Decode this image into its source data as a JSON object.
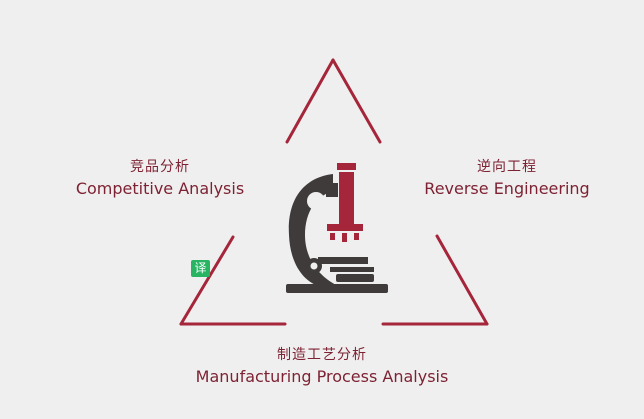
{
  "diagram": {
    "accent_color": "#a5263b",
    "icon_dark_color": "#3f3b3b",
    "center_icon": "microscope-icon",
    "labels": {
      "left": {
        "zh": "竞品分析",
        "en": "Competitive Analysis"
      },
      "right": {
        "zh": "逆向工程",
        "en": "Reverse Engineering"
      },
      "bottom": {
        "zh": "制造工艺分析",
        "en": "Manufacturing Process Analysis"
      }
    }
  },
  "overlay": {
    "translate_badge": "译",
    "translate_icon": "translate-icon"
  }
}
